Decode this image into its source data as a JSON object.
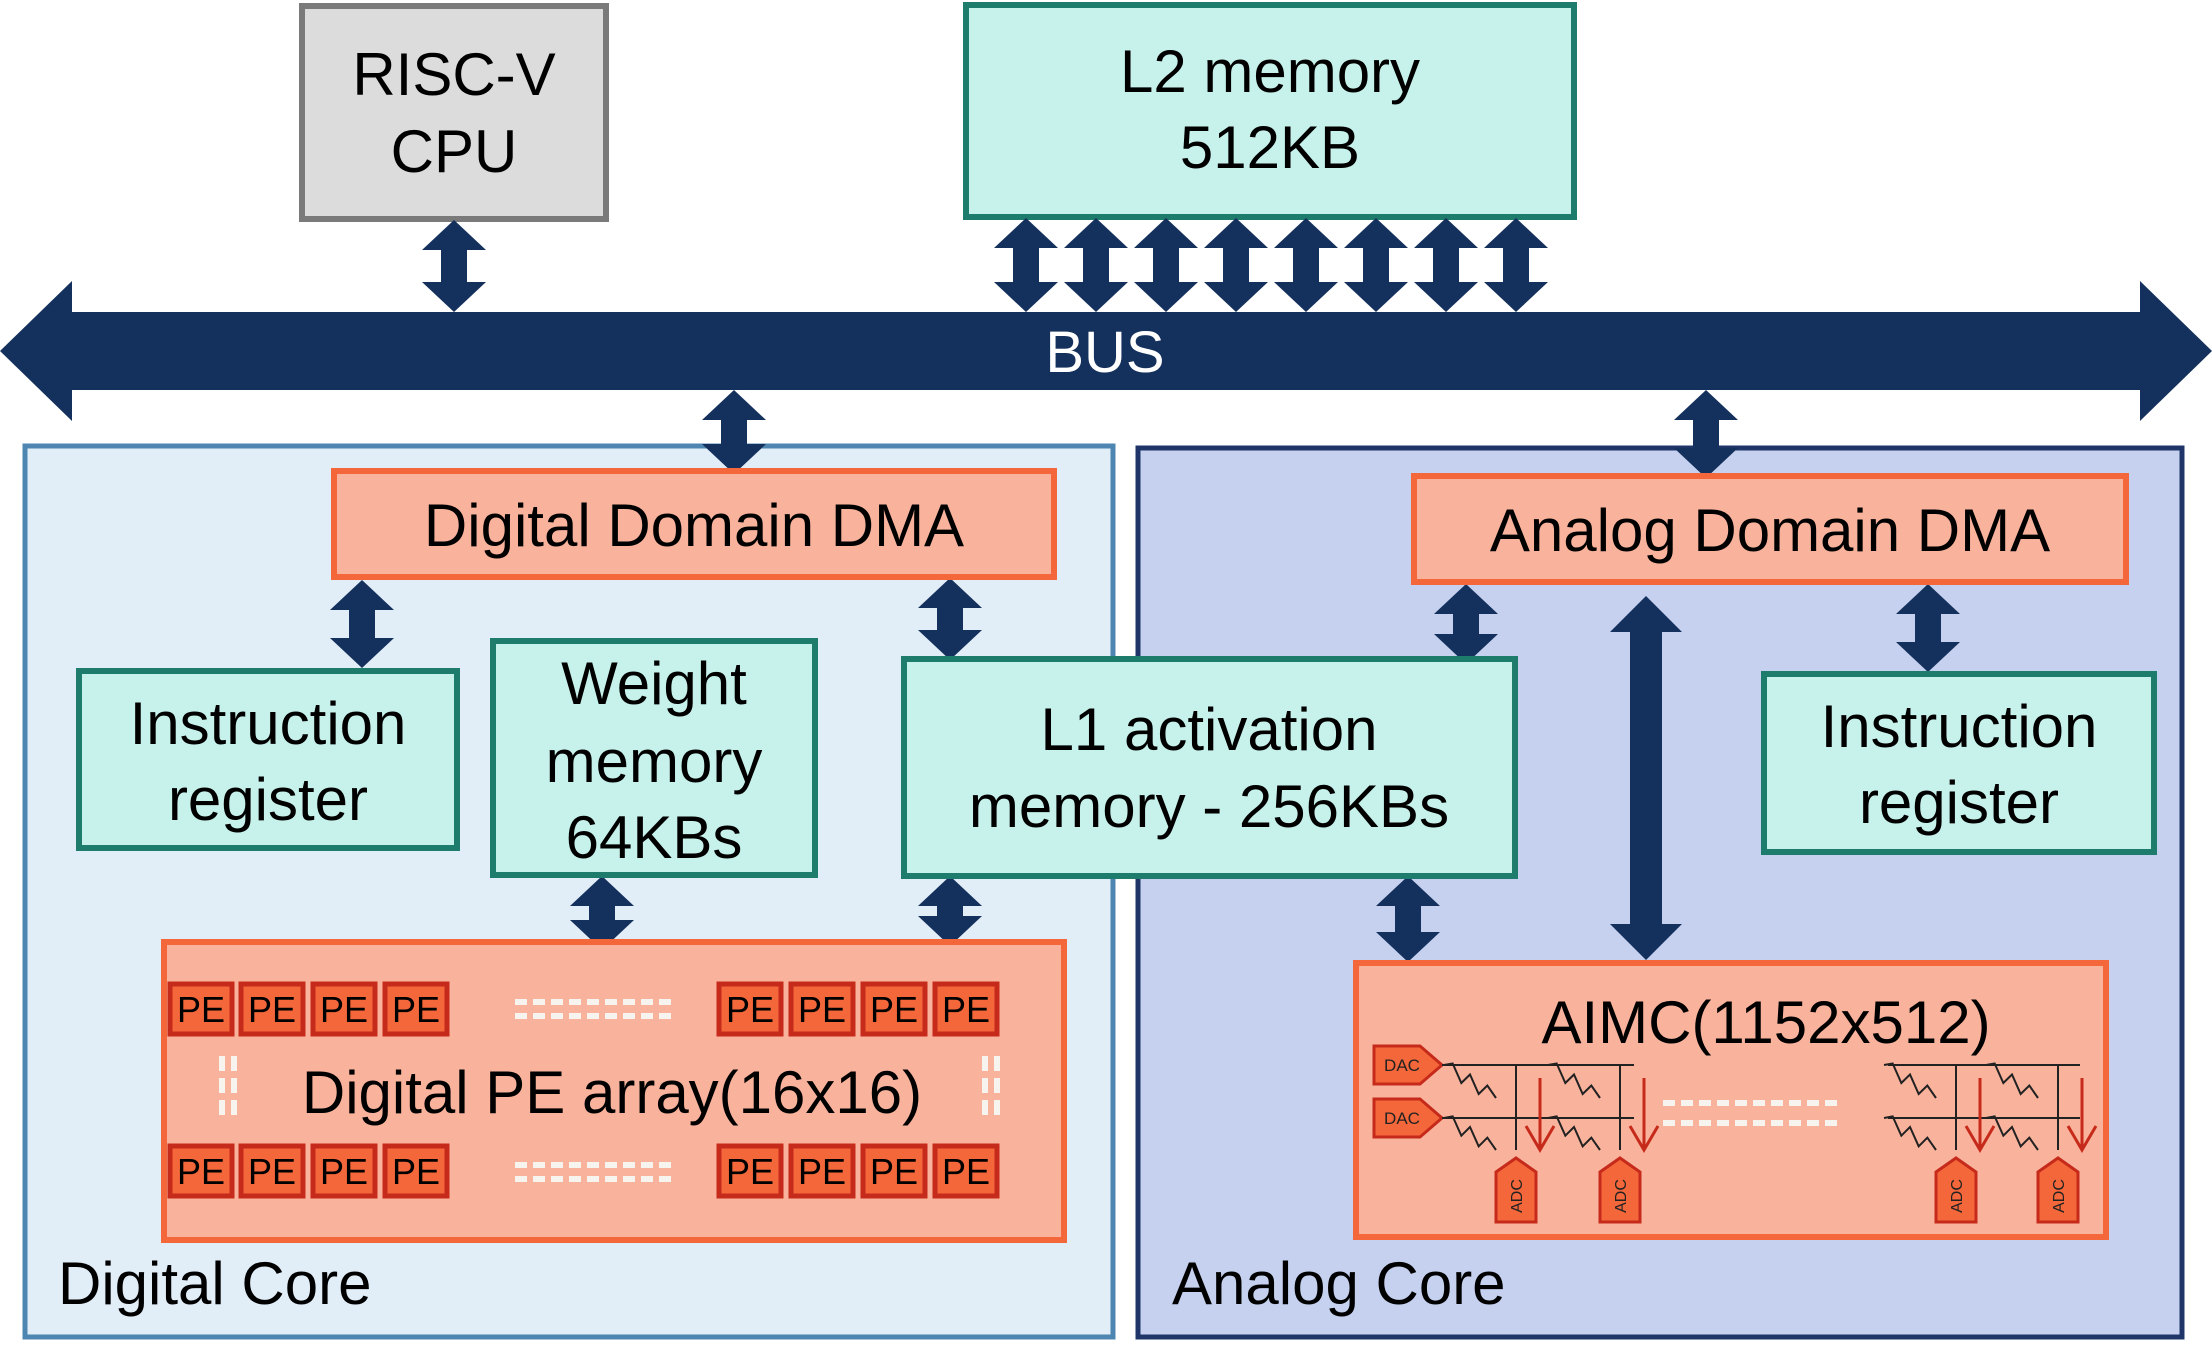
{
  "cpu": {
    "line1": "RISC-V",
    "line2": "CPU"
  },
  "l2": {
    "line1": "L2 memory",
    "line2": "512KB"
  },
  "bus": {
    "label": "BUS"
  },
  "digital": {
    "core_label": "Digital Core",
    "dma": "Digital Domain DMA",
    "instr": {
      "line1": "Instruction",
      "line2": "register"
    },
    "weight": {
      "line1": "Weight",
      "line2": "memory",
      "line3": "64KBs"
    },
    "pe_array": {
      "label": "Digital PE array(16x16)",
      "cell": "PE"
    }
  },
  "l1": {
    "line1": "L1 activation",
    "line2": "memory - 256KBs"
  },
  "analog": {
    "core_label": "Analog Core",
    "dma": "Analog Domain DMA",
    "instr": {
      "line1": "Instruction",
      "line2": "register"
    },
    "aimc": {
      "label": "AIMC(1152x512)",
      "dac": "DAC",
      "adc": "ADC"
    }
  },
  "colors": {
    "navy": "#14305c",
    "teal_fill": "#c7f2ec",
    "teal_border": "#1d7c6c",
    "orange_fill": "#f9b39c",
    "orange_border": "#f4673a",
    "pe_red": "#c62a1a",
    "digital_bg": "#e1edf7",
    "digital_border": "#4d87b1",
    "analog_bg": "#c5d1ef",
    "analog_border": "#1f3568",
    "cpu_fill": "#dcdcdc",
    "cpu_border": "#7a7a7a"
  }
}
